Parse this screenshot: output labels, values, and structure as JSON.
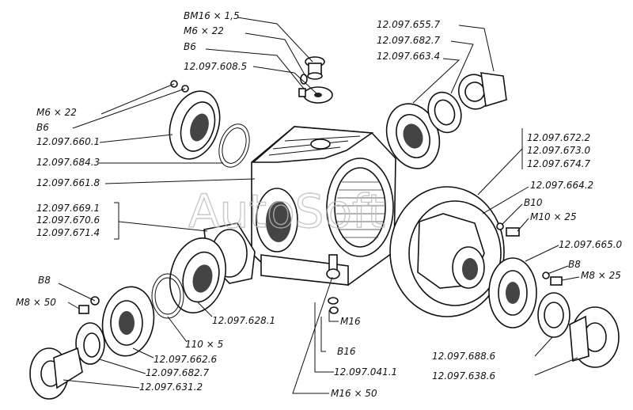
{
  "watermark": "AutoSoft",
  "labels": {
    "bm16": "BM16 × 1,5",
    "m6_22_top": "M6 × 22",
    "b6_top": "B6",
    "p608_5": "12.097.608.5",
    "m6_22_left": "M6 × 22",
    "b6_left": "B6",
    "p660_1": "12.097.660.1",
    "p684_3": "12.097.684.3",
    "p661_8": "12.097.661.8",
    "p669_1": "12.097.669.1",
    "p670_6": "12.097.670.6",
    "p671_4": "12.097.671.4",
    "b8_left": "B8",
    "m8_50": "M8 × 50",
    "p655_7": "12.097.655.7",
    "p682_7_top": "12.097.682.7",
    "p663_4": "12.097.663.4",
    "p672_2": "12.097.672.2",
    "p673_0": "12.097.673.0",
    "p674_7": "12.097.674.7",
    "p664_2": "12.097.664.2",
    "b10": "B10",
    "m10_25": "M10 × 25",
    "p665_0": "12.097.665.0",
    "b8_right": "B8",
    "m8_25": "M8 × 25",
    "p628_1": "12.097.628.1",
    "size_110_5": "110 × 5",
    "p662_6": "12.097.662.6",
    "p682_7_bottom": "12.097.682.7",
    "p631_2": "12.097.631.2",
    "m16": "M16",
    "b16": "B16",
    "p041_1": "12.097.041.1",
    "m16_50": "M16 × 50",
    "p688_6": "12.097.688.6",
    "p638_6": "12.097.638.6"
  }
}
